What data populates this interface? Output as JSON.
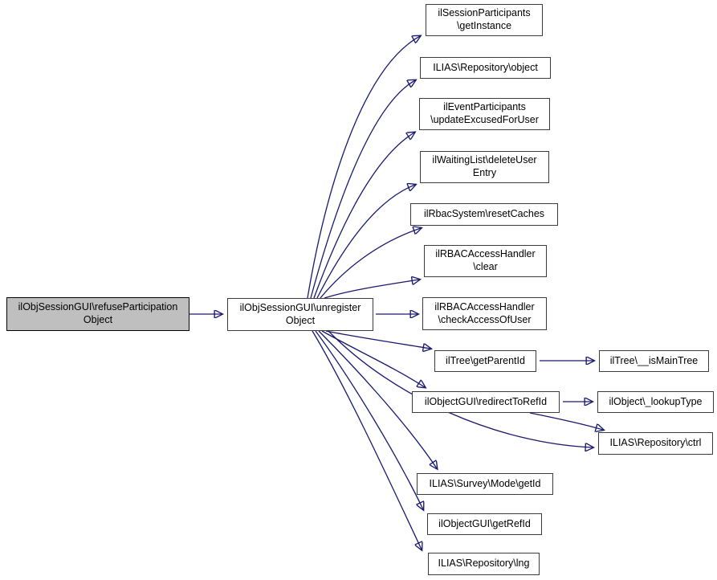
{
  "diagram": {
    "type": "call-graph",
    "colors": {
      "edge": "#191970",
      "node_fill": "#ffffff",
      "node_border": "#3c3c3c",
      "highlight_fill": "#bfbfbf"
    },
    "nodes": [
      {
        "id": "refuseParticipationObject",
        "label": "ilObjSessionGUI\\refuseParticipation\nObject",
        "highlighted": true
      },
      {
        "id": "unregisterObject",
        "label": "ilObjSessionGUI\\unregister\nObject",
        "highlighted": false
      },
      {
        "id": "getInstance",
        "label": "ilSessionParticipants\n\\getInstance",
        "highlighted": false
      },
      {
        "id": "repositoryObject",
        "label": "ILIAS\\Repository\\object",
        "highlighted": false
      },
      {
        "id": "updateExcusedForUser",
        "label": "ilEventParticipants\n\\updateExcusedForUser",
        "highlighted": false
      },
      {
        "id": "deleteUserEntry",
        "label": "ilWaitingList\\deleteUser\nEntry",
        "highlighted": false
      },
      {
        "id": "resetCaches",
        "label": "ilRbacSystem\\resetCaches",
        "highlighted": false
      },
      {
        "id": "clear",
        "label": "ilRBACAccessHandler\n\\clear",
        "highlighted": false
      },
      {
        "id": "checkAccessOfUser",
        "label": "ilRBACAccessHandler\n\\checkAccessOfUser",
        "highlighted": false
      },
      {
        "id": "getParentId",
        "label": "ilTree\\getParentId",
        "highlighted": false
      },
      {
        "id": "isMainTree",
        "label": "ilTree\\__isMainTree",
        "highlighted": false
      },
      {
        "id": "redirectToRefId",
        "label": "ilObjectGUI\\redirectToRefId",
        "highlighted": false
      },
      {
        "id": "lookupType",
        "label": "ilObject\\_lookupType",
        "highlighted": false
      },
      {
        "id": "ctrl",
        "label": "ILIAS\\Repository\\ctrl",
        "highlighted": false
      },
      {
        "id": "surveyModeGetId",
        "label": "ILIAS\\Survey\\Mode\\getId",
        "highlighted": false
      },
      {
        "id": "getRefId",
        "label": "ilObjectGUI\\getRefId",
        "highlighted": false
      },
      {
        "id": "lng",
        "label": "ILIAS\\Repository\\lng",
        "highlighted": false
      }
    ],
    "edges": [
      {
        "from": "refuseParticipationObject",
        "to": "unregisterObject"
      },
      {
        "from": "unregisterObject",
        "to": "getInstance"
      },
      {
        "from": "unregisterObject",
        "to": "repositoryObject"
      },
      {
        "from": "unregisterObject",
        "to": "updateExcusedForUser"
      },
      {
        "from": "unregisterObject",
        "to": "deleteUserEntry"
      },
      {
        "from": "unregisterObject",
        "to": "resetCaches"
      },
      {
        "from": "unregisterObject",
        "to": "clear"
      },
      {
        "from": "unregisterObject",
        "to": "checkAccessOfUser"
      },
      {
        "from": "unregisterObject",
        "to": "getParentId"
      },
      {
        "from": "unregisterObject",
        "to": "redirectToRefId"
      },
      {
        "from": "unregisterObject",
        "to": "ctrl"
      },
      {
        "from": "unregisterObject",
        "to": "surveyModeGetId"
      },
      {
        "from": "unregisterObject",
        "to": "getRefId"
      },
      {
        "from": "unregisterObject",
        "to": "lng"
      },
      {
        "from": "getParentId",
        "to": "isMainTree"
      },
      {
        "from": "redirectToRefId",
        "to": "lookupType"
      },
      {
        "from": "redirectToRefId",
        "to": "ctrl"
      }
    ]
  }
}
